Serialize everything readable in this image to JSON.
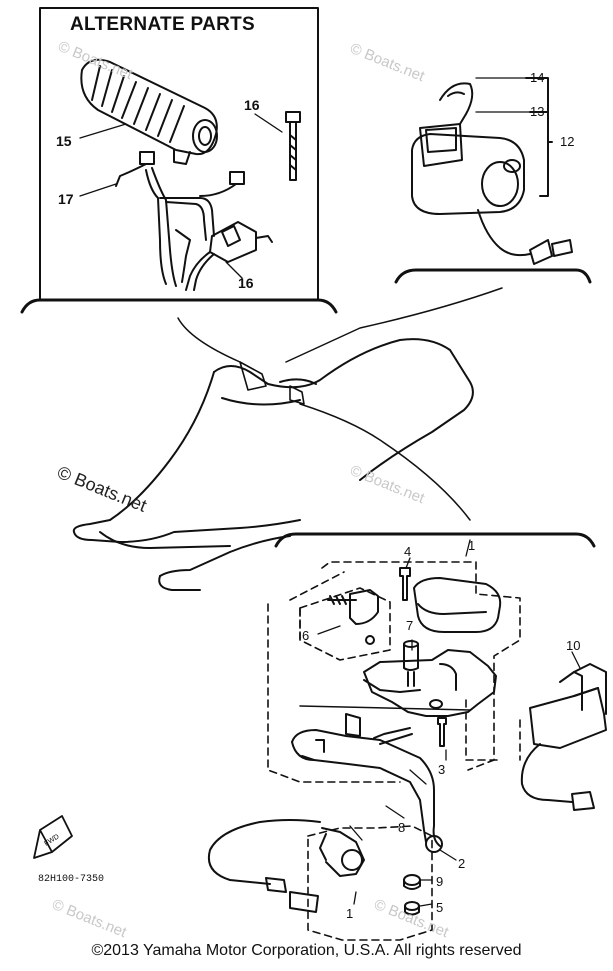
{
  "diagram": {
    "alternate_parts_title": "ALTERNATE PARTS",
    "callouts": {
      "c15": "15",
      "c16a": "16",
      "c16b": "16",
      "c17": "17",
      "c14": "14",
      "c13": "13",
      "c12": "12",
      "c1a": "1",
      "c1b": "1",
      "c2": "2",
      "c3": "3",
      "c4": "4",
      "c5": "5",
      "c6": "6",
      "c7": "7",
      "c8": "8",
      "c9": "9",
      "c10": "10"
    },
    "arrow_label": "FWD",
    "document_number": "82H100-7350",
    "watermark": "© Boats.net",
    "copyright": "©2013 Yamaha Motor Corporation, U.S.A. All rights reserved"
  }
}
